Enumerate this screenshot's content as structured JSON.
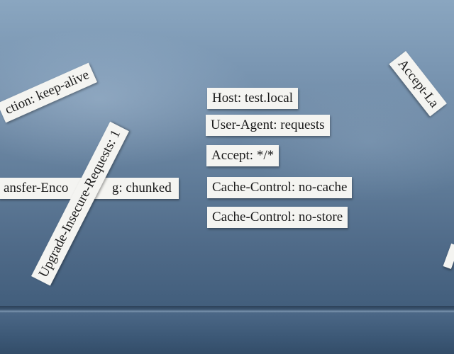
{
  "labels": {
    "connection": "ction: keep-alive",
    "transfer_encoding_left": "ansfer-Enco",
    "transfer_encoding_right": "g: chunked",
    "upgrade_insecure": "Upgrade-Insecure-Requests: 1",
    "host": "Host: test.local",
    "user_agent": "User-Agent: requests",
    "accept": "Accept: */*",
    "cache_control_no_cache": "Cache-Control: no-cache",
    "cache_control_no_store": "Cache-Control: no-store",
    "accept_language": "Accept-La"
  }
}
